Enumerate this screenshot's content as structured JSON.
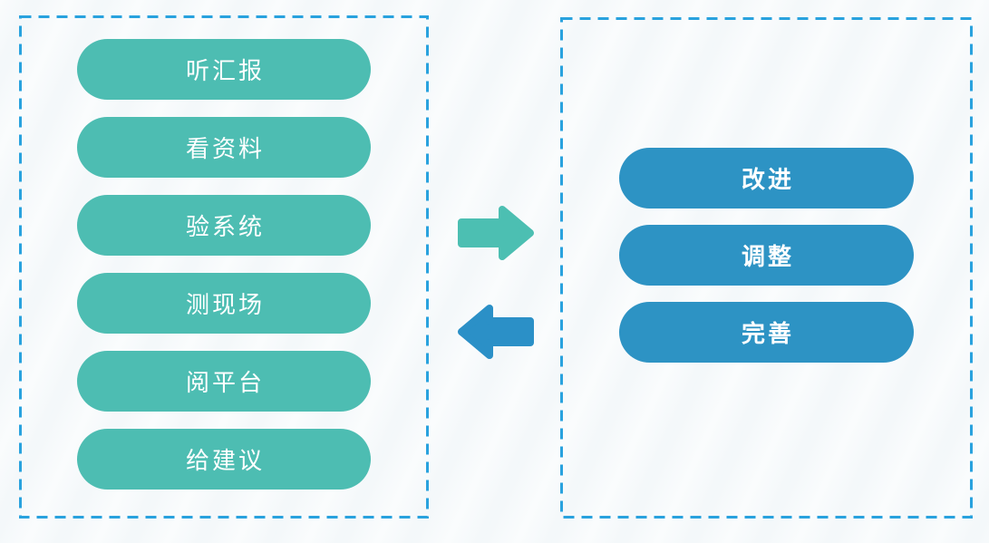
{
  "background_color": "#fafcfd",
  "panels": {
    "left": {
      "border_color": "#29a2de",
      "pill_color": "#4dbdb2",
      "text_color": "#ffffff",
      "items": [
        "听汇报",
        "看资料",
        "验系统",
        "测现场",
        "阅平台",
        "给建议"
      ]
    },
    "right": {
      "border_color": "#29a2de",
      "pill_color": "#2d93c4",
      "text_color": "#ffffff",
      "items": [
        "改进",
        "调整",
        "完善"
      ]
    }
  },
  "arrows": {
    "forward_color": "#4cbfb2",
    "backward_color": "#2b90c7"
  }
}
